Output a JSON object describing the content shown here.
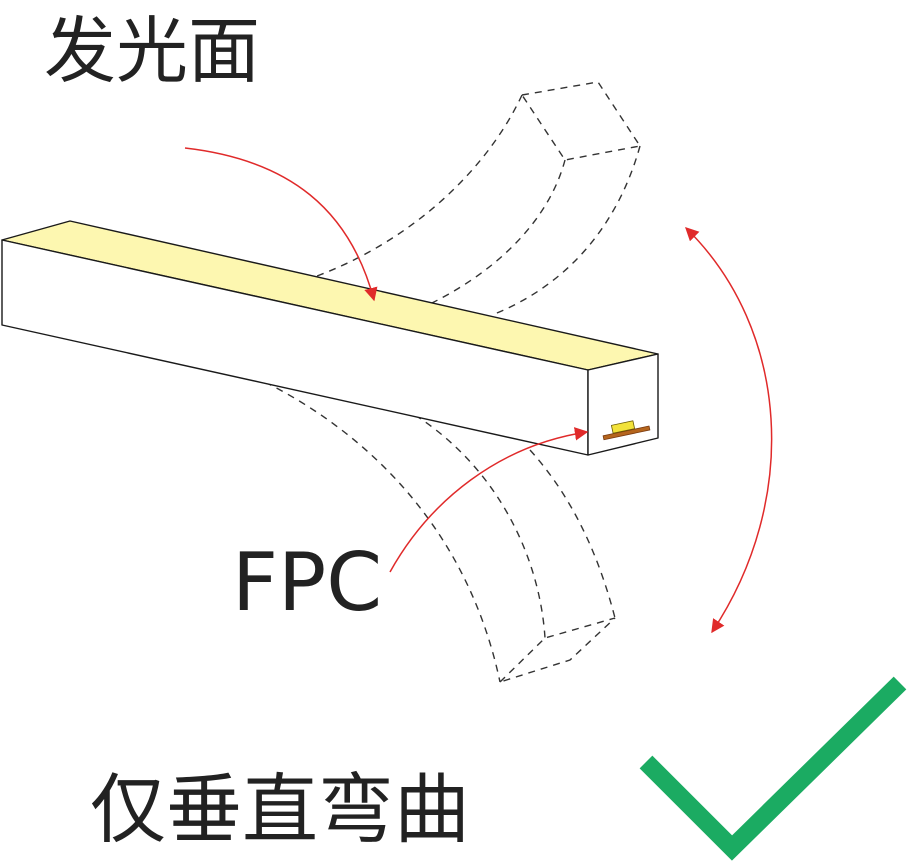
{
  "labels": {
    "emitting_surface": "发光面",
    "fpc": "FPC",
    "bend_note": "仅垂直弯曲"
  },
  "colors": {
    "strip_top": "#fdf7b0",
    "strip_outline": "#1a1a1a",
    "arrow": "#e02a2a",
    "checkmark": "#1bab62",
    "fpc_board": "#b5651d",
    "led_chip": "#f2e23a",
    "text": "#222222"
  },
  "icons": {
    "check": "checkmark-icon"
  }
}
